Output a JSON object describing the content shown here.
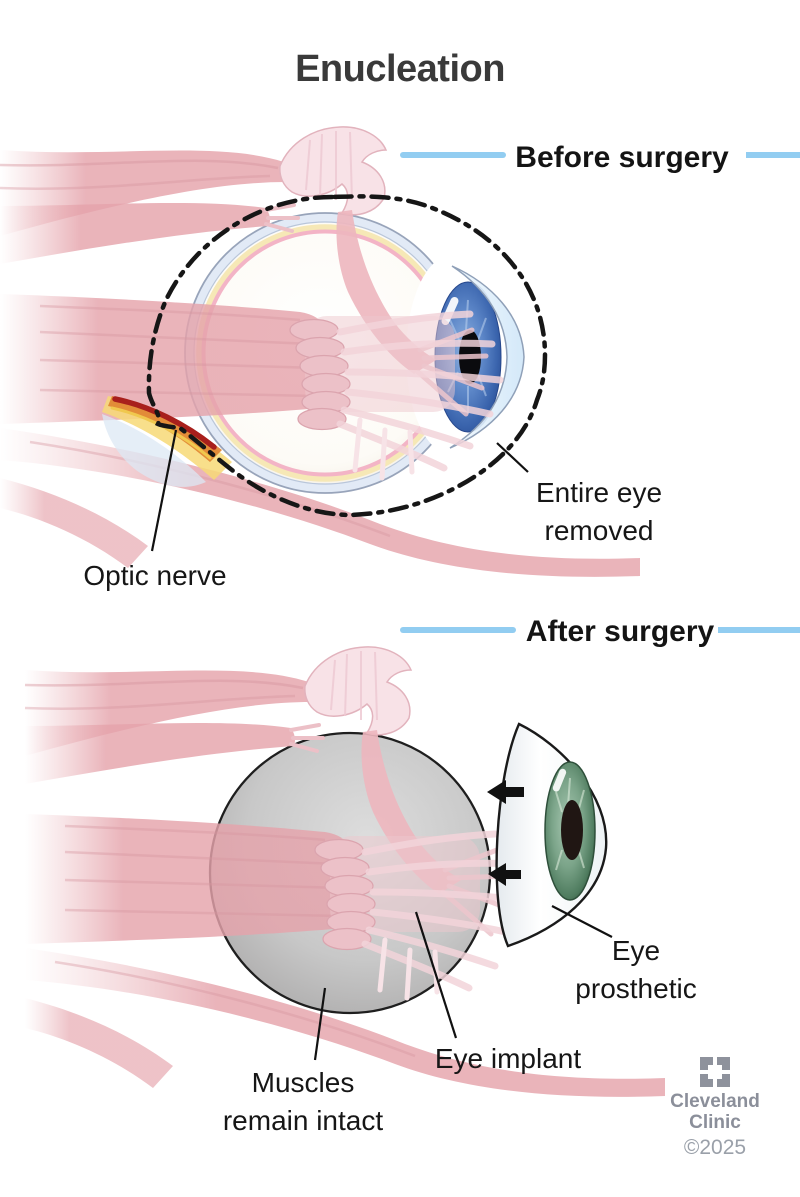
{
  "title": "Enucleation",
  "sections": {
    "before": {
      "label": "Before surgery",
      "annotations": {
        "optic_nerve": "Optic nerve",
        "entire_eye_removed": "Entire eye\nremoved"
      }
    },
    "after": {
      "label": "After surgery",
      "annotations": {
        "eye_prosthetic": "Eye\nprosthetic",
        "eye_implant": "Eye implant",
        "muscles_remain_intact": "Muscles\nremain intact"
      }
    }
  },
  "footer": {
    "brand": "Cleveland\nClinic",
    "copyright": "©2025"
  },
  "colors": {
    "accent_blue_line": "#92cdf1",
    "muscle_pink": "#e5a3ab",
    "iris_blue": "#3a64ad",
    "iris_green": "#4f7c5f",
    "implant_gray": "#c8c8c8",
    "optic_nerve_red": "#a81f1c",
    "optic_nerve_yellow": "#f7d977",
    "logo_gray": "#8e929c"
  }
}
